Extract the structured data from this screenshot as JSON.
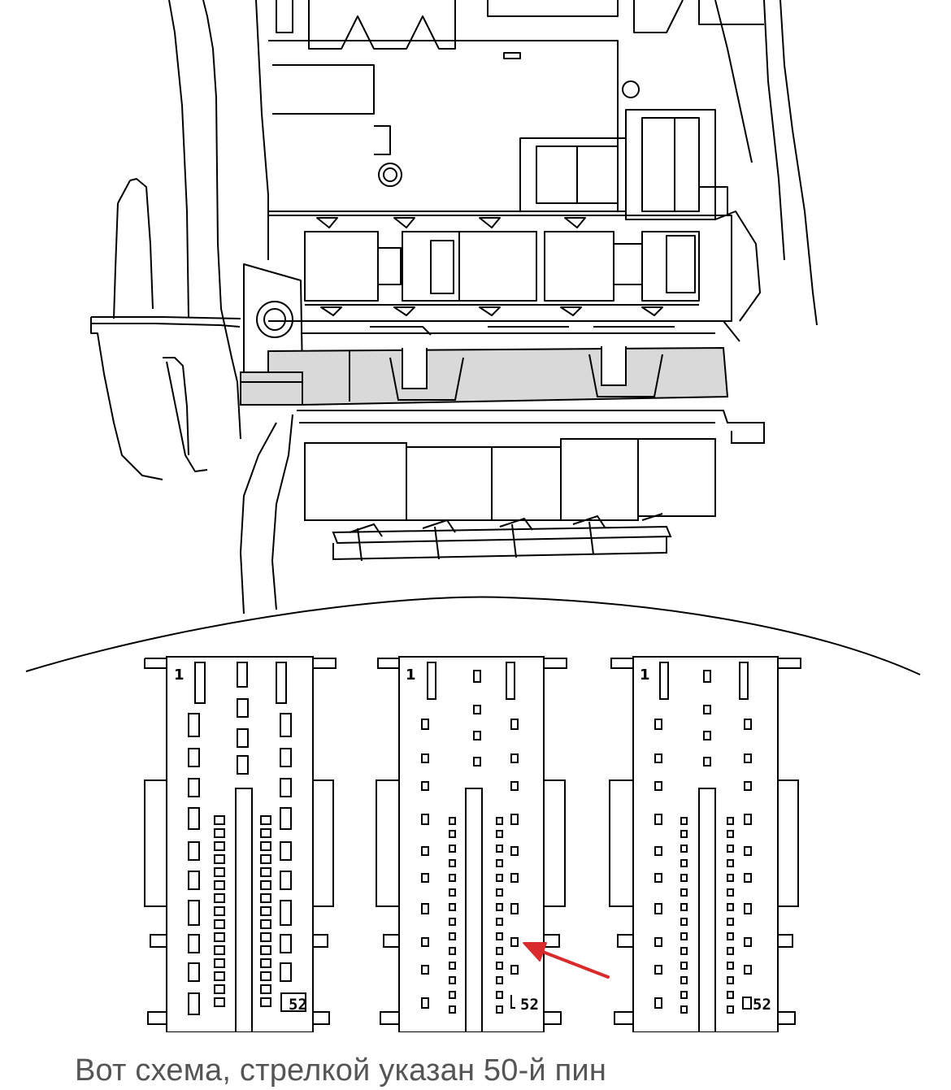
{
  "caption": "Вот схема, стрелкой указан 50-й пин",
  "connectors": [
    {
      "pin_first_label": "1",
      "pin_last_label": "52"
    },
    {
      "pin_first_label": "1",
      "pin_last_label": "52"
    },
    {
      "pin_first_label": "1",
      "pin_last_label": "52"
    }
  ],
  "colors": {
    "line": "#000000",
    "shade": "#d9d9d9",
    "arrow": "#d92b2b",
    "caption_text": "#555555"
  }
}
